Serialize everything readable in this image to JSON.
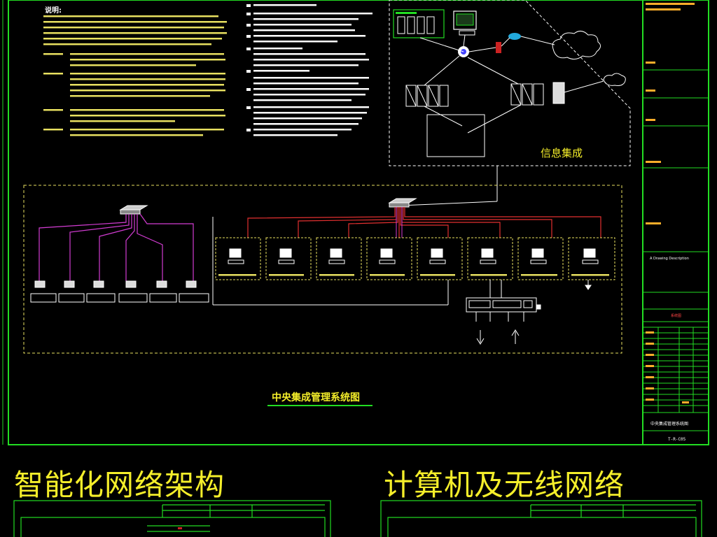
{
  "notes_heading": "说明:",
  "zone_label": "信息集成",
  "diagram_title": "中央集成管理系统图",
  "titleblock": {
    "sheet_title": "中央集成管理系统图",
    "sheet_number": "T-R-C05",
    "drawing_label": "A Drawing Description",
    "zone_mark": "系统图"
  },
  "captions": {
    "left": "智能化网络架构",
    "right": "计算机及无线网络"
  },
  "colors": {
    "frame": "#22dd22",
    "caption": "#f4ee2a",
    "link_red": "#e23030",
    "link_magenta": "#d23cd2",
    "dashed": "#e8e060"
  }
}
